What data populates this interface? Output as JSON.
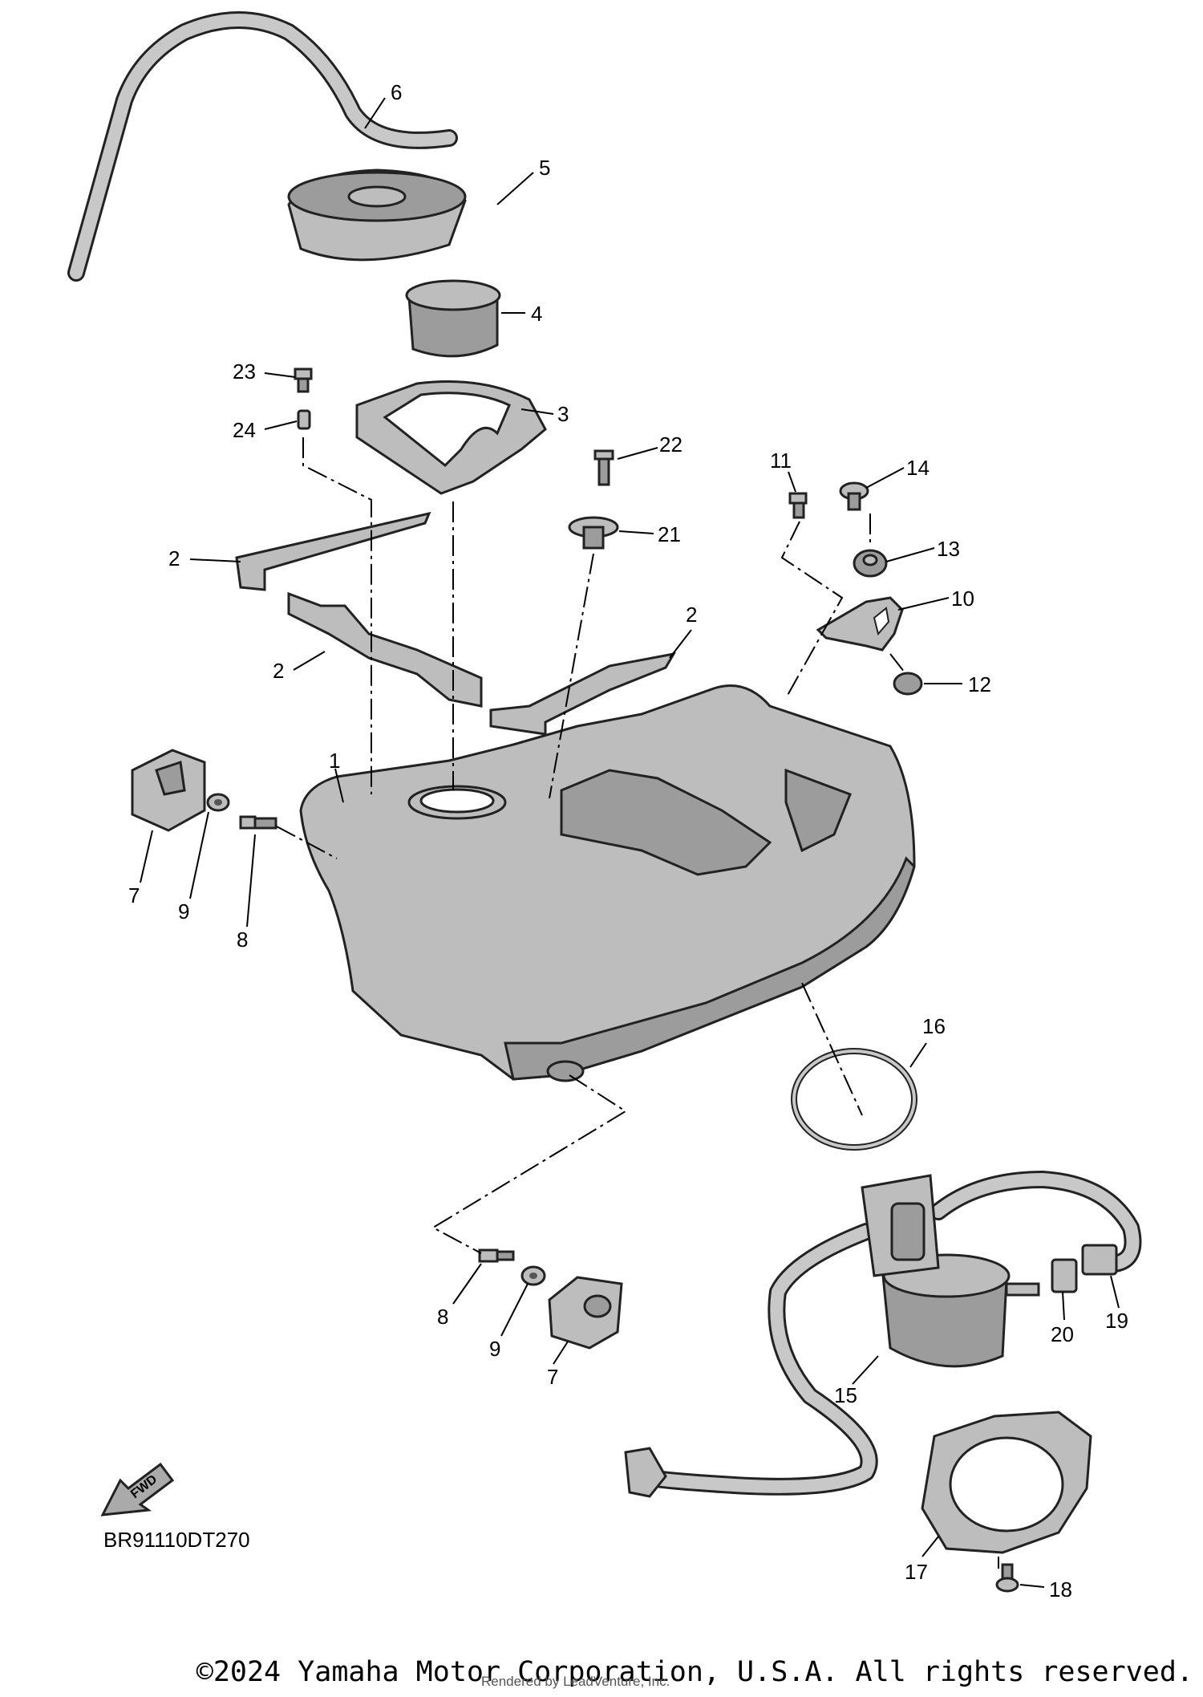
{
  "diagram": {
    "callouts": {
      "c1": "1",
      "c2a": "2",
      "c2b": "2",
      "c2c": "2",
      "c3": "3",
      "c4": "4",
      "c5": "5",
      "c6": "6",
      "c7a": "7",
      "c7b": "7",
      "c8a": "8",
      "c8b": "8",
      "c9a": "9",
      "c9b": "9",
      "c10": "10",
      "c11": "11",
      "c12": "12",
      "c13": "13",
      "c14": "14",
      "c15": "15",
      "c16": "16",
      "c17": "17",
      "c18": "18",
      "c19": "19",
      "c20": "20",
      "c21": "21",
      "c22": "22",
      "c23": "23",
      "c24": "24"
    },
    "fwd_label": "FWD",
    "diagram_code": "BR91110DT270"
  },
  "footer": {
    "copyright": "©2024 Yamaha Motor Corporation, U.S.A. All rights reserved.",
    "rendered_by": "Rendered by LeadVenture, Inc."
  }
}
